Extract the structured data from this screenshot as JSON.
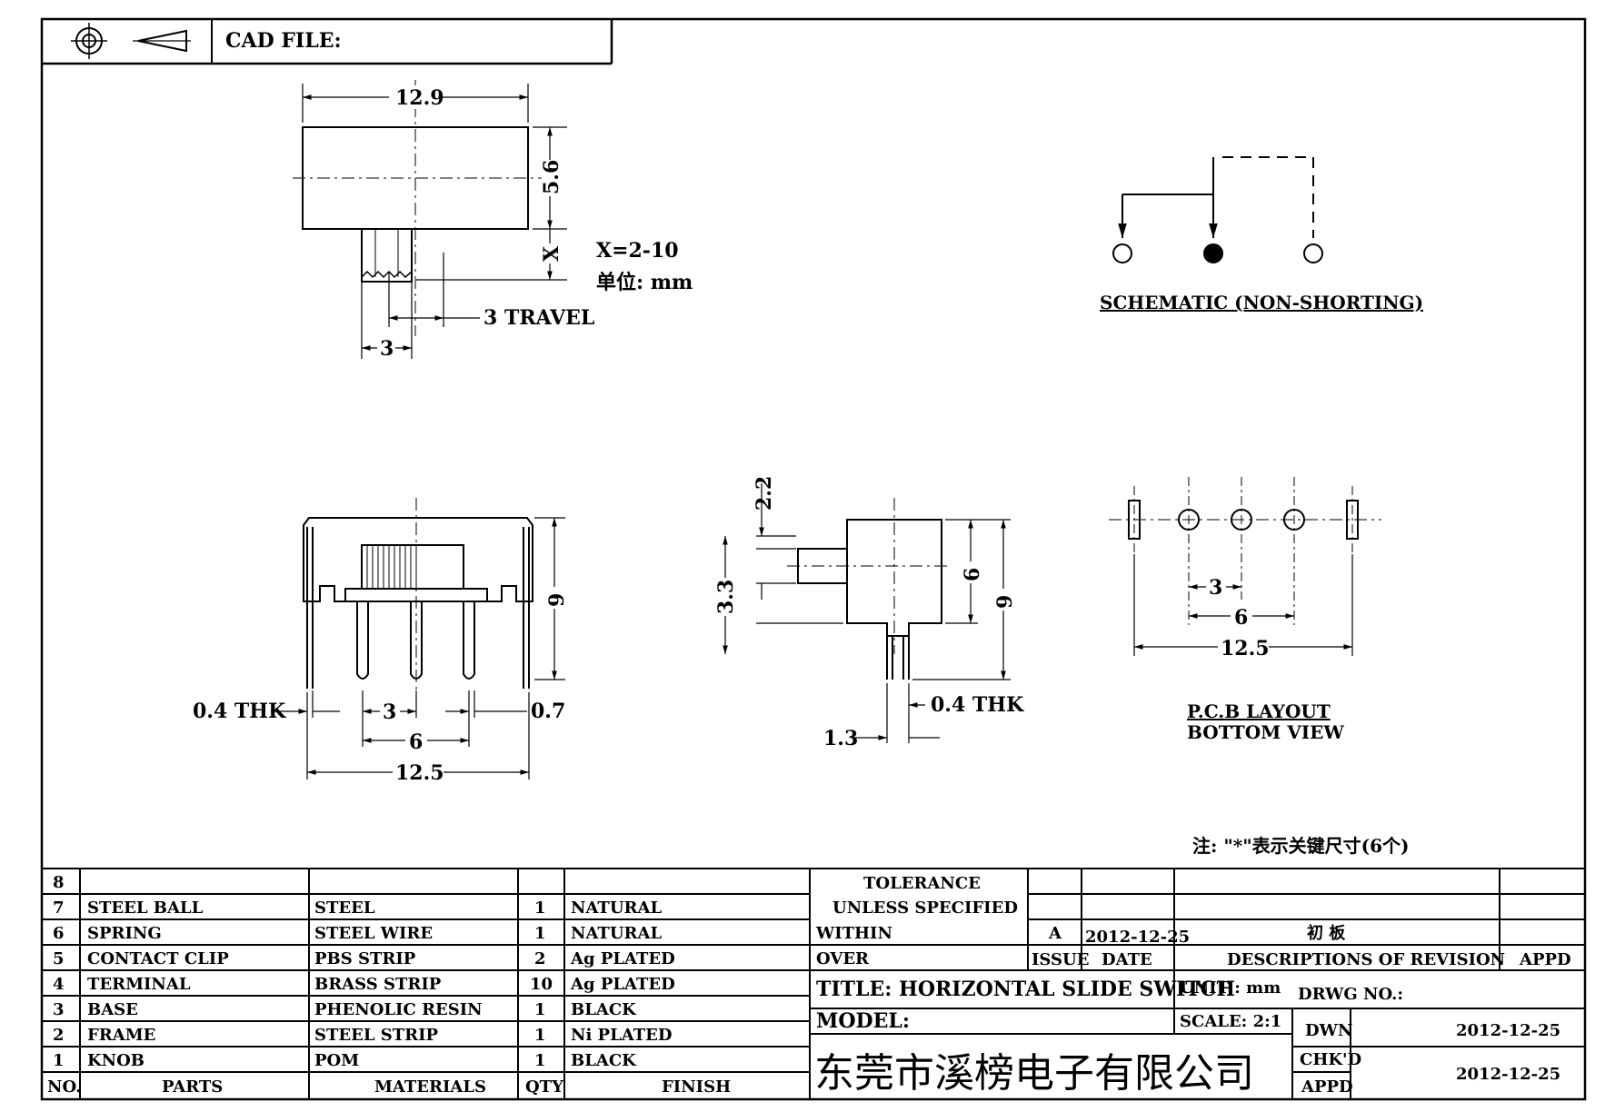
{
  "title_block": {
    "cad_file_label": "CAD FILE:"
  },
  "top_view": {
    "width": "12.9",
    "height": "5.6",
    "x_dim": "X",
    "x_range": "X=2-10",
    "unit": "单位: mm",
    "travel": "3 TRAVEL",
    "knob": "3"
  },
  "schematic": {
    "label": "SCHEMATIC (NON-SHORTING)"
  },
  "front_view": {
    "thk": "0.4 THK",
    "pitch": "3",
    "span": "6",
    "overall": "12.5",
    "pin_w": "0.7",
    "height": "9"
  },
  "side_view": {
    "knob_h": "2.2",
    "knob_w": "3.3",
    "body": "6",
    "height": "9",
    "thk": "0.4 THK",
    "pin": "1.3"
  },
  "pcb_layout": {
    "pitch": "3",
    "span": "6",
    "overall": "12.5",
    "label": "P.C.B LAYOUT",
    "sub": "BOTTOM VIEW"
  },
  "note": "注: \"*\"表示关键尺寸(6个)",
  "bom": {
    "rows": [
      {
        "no": "8",
        "part": "",
        "material": "",
        "qty": "",
        "finish": ""
      },
      {
        "no": "7",
        "part": "STEEL BALL",
        "material": "STEEL",
        "qty": "1",
        "finish": "NATURAL"
      },
      {
        "no": "6",
        "part": "SPRING",
        "material": "STEEL WIRE",
        "qty": "1",
        "finish": "NATURAL"
      },
      {
        "no": "5",
        "part": "CONTACT CLIP",
        "material": "PBS STRIP",
        "qty": "2",
        "finish": "Ag PLATED"
      },
      {
        "no": "4",
        "part": "TERMINAL",
        "material": "BRASS STRIP",
        "qty": "10",
        "finish": "Ag PLATED"
      },
      {
        "no": "3",
        "part": "BASE",
        "material": "PHENOLIC RESIN",
        "qty": "1",
        "finish": "BLACK"
      },
      {
        "no": "2",
        "part": "FRAME",
        "material": "STEEL STRIP",
        "qty": "1",
        "finish": "Ni PLATED"
      },
      {
        "no": "1",
        "part": "KNOB",
        "material": "POM",
        "qty": "1",
        "finish": "BLACK"
      }
    ],
    "headers": {
      "no": "NO.",
      "part": "PARTS",
      "material": "MATERIALS",
      "qty": "QTY",
      "finish": "FINISH"
    }
  },
  "tolerance": {
    "line1": "TOLERANCE",
    "line2": "UNLESS SPECIFIED",
    "within": "WITHIN",
    "over": "OVER"
  },
  "revision": {
    "issue_value": "A",
    "date_value": "2012-12-25",
    "desc_value": "初 板",
    "issue_label": "ISSUE",
    "date_label": "DATE",
    "desc_label": "DESCRIPTIONS OF REVISION",
    "appd_label": "APPD"
  },
  "drawing": {
    "title": "TITLE: HORIZONTAL SLIDE SWITCH",
    "unit": "UNIT : mm",
    "drwg_no": "DRWG NO.:",
    "model": "MODEL:",
    "scale": "SCALE: 2:1",
    "company": "东莞市溪榜电子有限公司",
    "dwn_label": "DWN",
    "dwn_date": "2012-12-25",
    "chkd_label": "CHK'D",
    "appd_label": "APPD",
    "appd_date": "2012-12-25"
  }
}
